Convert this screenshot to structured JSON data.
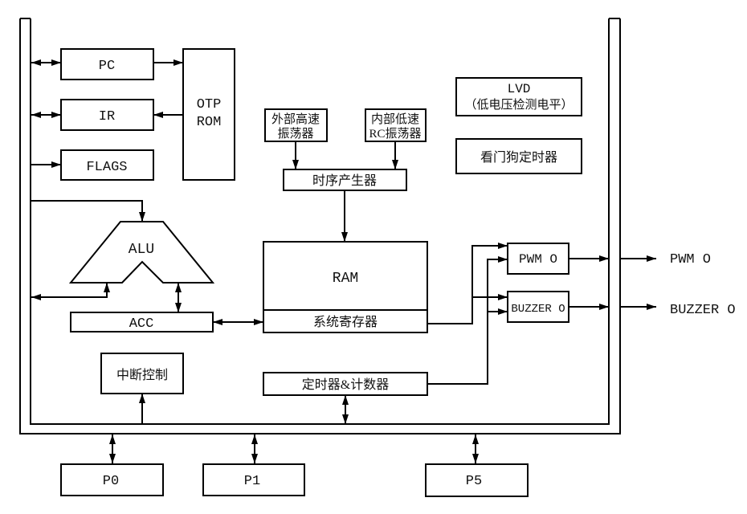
{
  "diagram": {
    "colors": {
      "background": "#ffffff",
      "line": "#000000",
      "text": "#111111"
    },
    "blocks": {
      "pc": {
        "label": "PC"
      },
      "ir": {
        "label": "IR"
      },
      "flags": {
        "label": "FLAGS"
      },
      "otp_rom": {
        "line1": "OTP",
        "line2": "ROM"
      },
      "ext_osc": {
        "line1": "外部高速",
        "line2": "振荡器"
      },
      "int_osc": {
        "line1": "内部低速",
        "line2": "RC振荡器"
      },
      "timing_gen": {
        "label": "时序产生器"
      },
      "lvd": {
        "line1": "LVD",
        "line2": "（低电压检测电平）"
      },
      "watchdog": {
        "label": "看门狗定时器"
      },
      "alu": {
        "label": "ALU"
      },
      "acc": {
        "label": "ACC"
      },
      "ram": {
        "label": "RAM"
      },
      "sys_reg": {
        "label": "系统寄存器"
      },
      "pwm": {
        "label": "PWM O"
      },
      "buzzer": {
        "label": "BUZZER O"
      },
      "int_ctrl": {
        "label": "中断控制"
      },
      "timer_counter": {
        "label": "定时器&计数器"
      },
      "p0": {
        "label": "P0"
      },
      "p1": {
        "label": "P1"
      },
      "p5": {
        "label": "P5"
      }
    },
    "outputs": {
      "pwm_label": "PWM O",
      "buzzer_label": "BUZZER O"
    }
  }
}
